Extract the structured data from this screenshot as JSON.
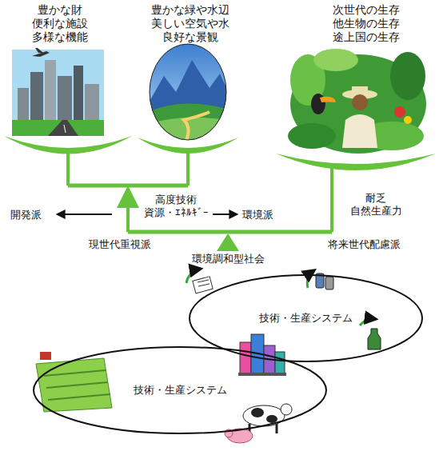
{
  "diagram": {
    "nodes": [
      {
        "text": [
          "技術・生産システム"
        ]
      },
      {
        "text": [
          "技術・生産システム"
        ]
      }
    ],
    "labels": [
      "豊かな財 便利な施設 多様な機能",
      "豊かな緑や水辺 美しい空気や水 良好な景観",
      "次世代の生存 他生物の生存 途上国の生存",
      "開発派",
      "高度技術 資源・ｴﾈﾙｷﾞｰ",
      "環境派",
      "耐乏 自然生産力",
      "現世代重視派",
      "環境調和型社会",
      "将来世代配慮派"
    ]
  }
}
